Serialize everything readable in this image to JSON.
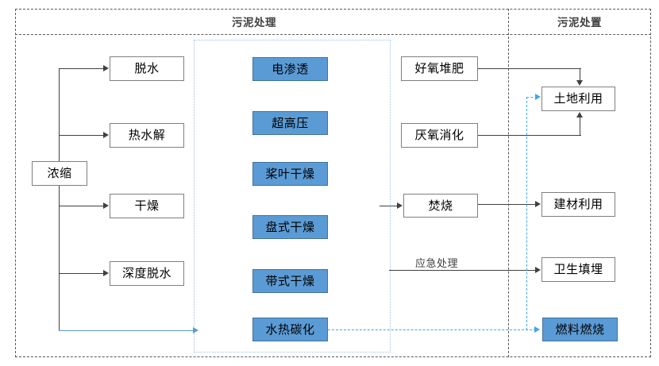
{
  "diagram": {
    "title_left": "污泥处理",
    "title_right": "污泥处置",
    "edge_labels": {
      "emergency": "应急处理"
    },
    "nodes": {
      "thicken": "浓缩",
      "dewater": "脱水",
      "thermal_hydrolysis": "热水解",
      "drying": "干燥",
      "deep_dewater": "深度脱水",
      "electro_osmosis": "电渗透",
      "ultra_high_pressure": "超高压",
      "paddle_drying": "桨叶干燥",
      "disc_drying": "盘式干燥",
      "belt_drying": "带式干燥",
      "hydrothermal_carbonization": "水热碳化",
      "aerobic_composting": "好氧堆肥",
      "anaerobic_digestion": "厌氧消化",
      "incineration": "焚烧",
      "land_use": "土地利用",
      "building_material_use": "建材利用",
      "sanitary_landfill": "卫生填埋",
      "fuel_combustion": "燃料燃烧"
    },
    "colors": {
      "accent_blue": "#5b9bd5",
      "accent_blue_border": "#41719c",
      "dashed_cyan": "#41a6e8",
      "frame_gray": "#595959",
      "box_border_gray": "#7f7f7f",
      "inner_box_border": "#9dc3e6",
      "line_gray": "#404040"
    }
  }
}
